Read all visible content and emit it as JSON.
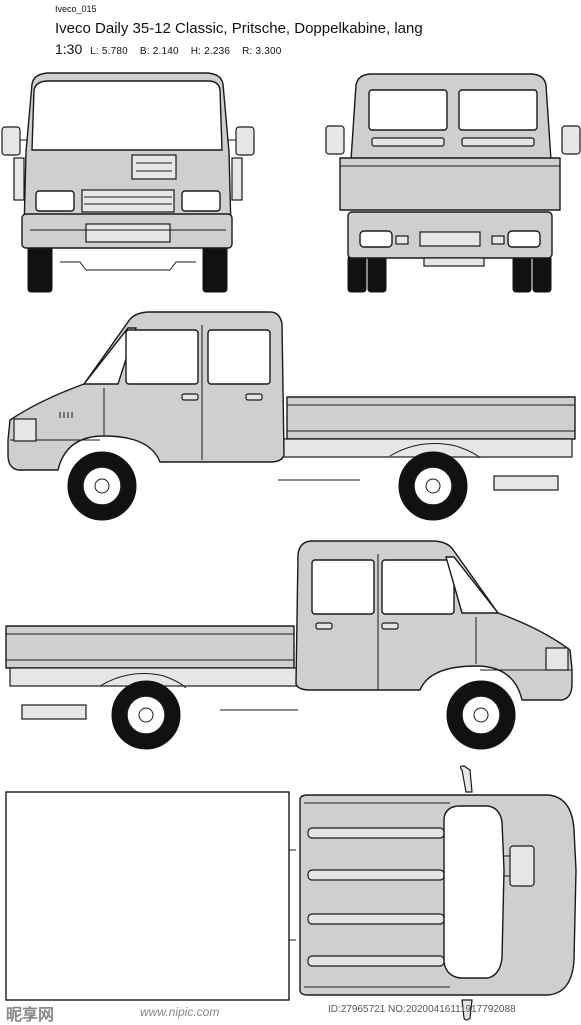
{
  "header": {
    "model_id": "Iveco_015",
    "title": "Iveco Daily 35-12 Classic, Pritsche, Doppelkabine, lang",
    "scale": "1:30",
    "dims": [
      "L: 5.780",
      "B: 2.140",
      "H: 2.236",
      "R: 3.300"
    ]
  },
  "watermark": {
    "logo": "昵享网",
    "site": "www.nipic.com",
    "id_text": "ID:27965721 NO:20200416111917792088"
  },
  "colors": {
    "body": "#cfcfcf",
    "outline": "#1a1a1a",
    "tire": "#111111"
  }
}
